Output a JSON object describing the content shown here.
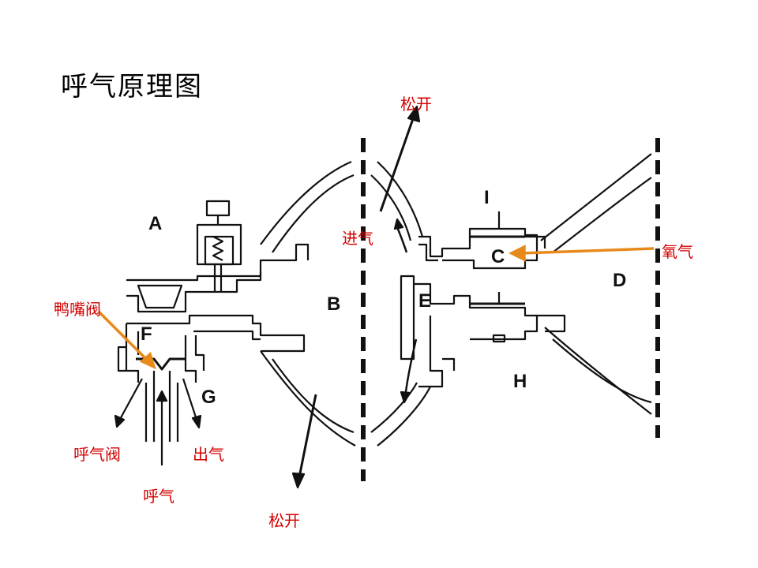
{
  "title": "呼气原理图",
  "labels": {
    "duckbill_valve": "鸭嘴阀",
    "exhale_valve": "呼气阀",
    "exhale": "呼气",
    "outlet": "出气",
    "release_bottom": "松开",
    "release_top": "松开",
    "intake": "进气",
    "oxygen": "氧气"
  },
  "letters": {
    "a": "A",
    "b": "B",
    "c": "C",
    "d": "D",
    "e": "E",
    "f": "F",
    "g": "G",
    "h": "H",
    "i": "I"
  },
  "colors": {
    "label_red": "#d40000",
    "arrow_orange": "#e8891c",
    "line": "#111111"
  }
}
